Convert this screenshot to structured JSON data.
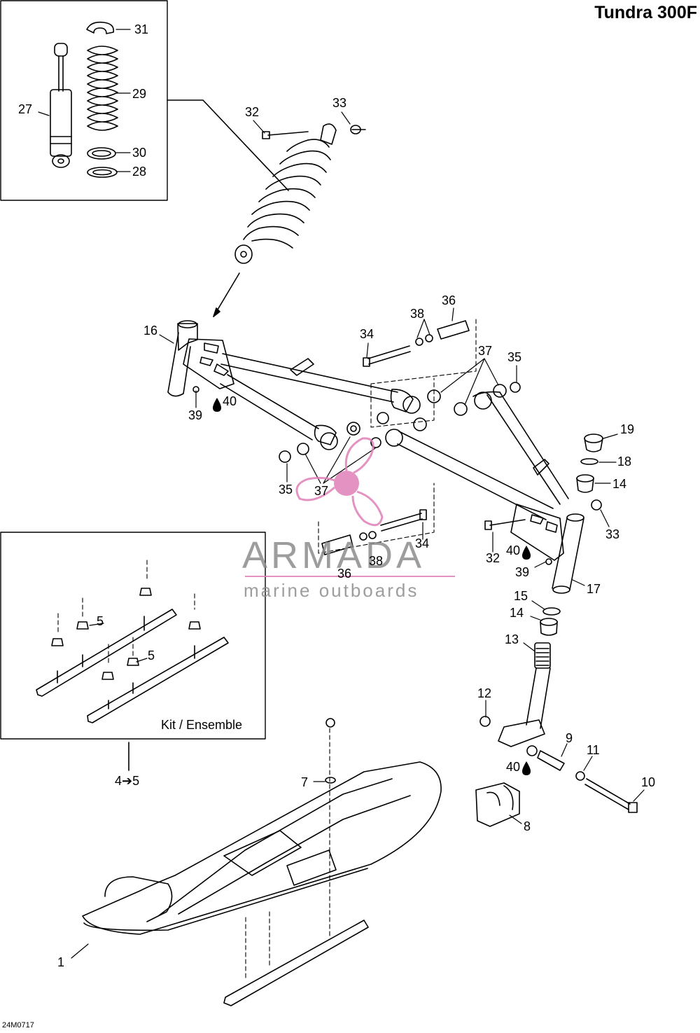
{
  "header": {
    "title": "Tundra 300F"
  },
  "footer": {
    "code": "24M0717"
  },
  "kit_box": {
    "label": "Kit / Ensemble",
    "range_from": "4",
    "range_to": "5"
  },
  "watermark": {
    "name": "ARMADA",
    "tagline": "marine outboards",
    "accent": "#e07fb8"
  },
  "callouts": [
    {
      "id": "c31",
      "text": "31"
    },
    {
      "id": "c29",
      "text": "29"
    },
    {
      "id": "c27",
      "text": "27"
    },
    {
      "id": "c30",
      "text": "30"
    },
    {
      "id": "c28",
      "text": "28"
    },
    {
      "id": "c32a",
      "text": "32"
    },
    {
      "id": "c33a",
      "text": "33"
    },
    {
      "id": "c36a",
      "text": "36"
    },
    {
      "id": "c38a",
      "text": "38"
    },
    {
      "id": "c34a",
      "text": "34"
    },
    {
      "id": "c16",
      "text": "16"
    },
    {
      "id": "c37a",
      "text": "37"
    },
    {
      "id": "c35a",
      "text": "35"
    },
    {
      "id": "c40a",
      "text": "40"
    },
    {
      "id": "c39a",
      "text": "39"
    },
    {
      "id": "c19",
      "text": "19"
    },
    {
      "id": "c18",
      "text": "18"
    },
    {
      "id": "c14a",
      "text": "14"
    },
    {
      "id": "c35b",
      "text": "35"
    },
    {
      "id": "c37b",
      "text": "37"
    },
    {
      "id": "c33b",
      "text": "33"
    },
    {
      "id": "c34b",
      "text": "34"
    },
    {
      "id": "c32b",
      "text": "32"
    },
    {
      "id": "c40b",
      "text": "40"
    },
    {
      "id": "c39b",
      "text": "39"
    },
    {
      "id": "c38b",
      "text": "38"
    },
    {
      "id": "c36b",
      "text": "36"
    },
    {
      "id": "c17",
      "text": "17"
    },
    {
      "id": "c15",
      "text": "15"
    },
    {
      "id": "c14b",
      "text": "14"
    },
    {
      "id": "c13",
      "text": "13"
    },
    {
      "id": "c5a",
      "text": "5"
    },
    {
      "id": "c5b",
      "text": "5"
    },
    {
      "id": "c12",
      "text": "12"
    },
    {
      "id": "c9",
      "text": "9"
    },
    {
      "id": "c11",
      "text": "11"
    },
    {
      "id": "c40c",
      "text": "40"
    },
    {
      "id": "c10",
      "text": "10"
    },
    {
      "id": "c7",
      "text": "7"
    },
    {
      "id": "c8",
      "text": "8"
    },
    {
      "id": "c1",
      "text": "1"
    }
  ]
}
